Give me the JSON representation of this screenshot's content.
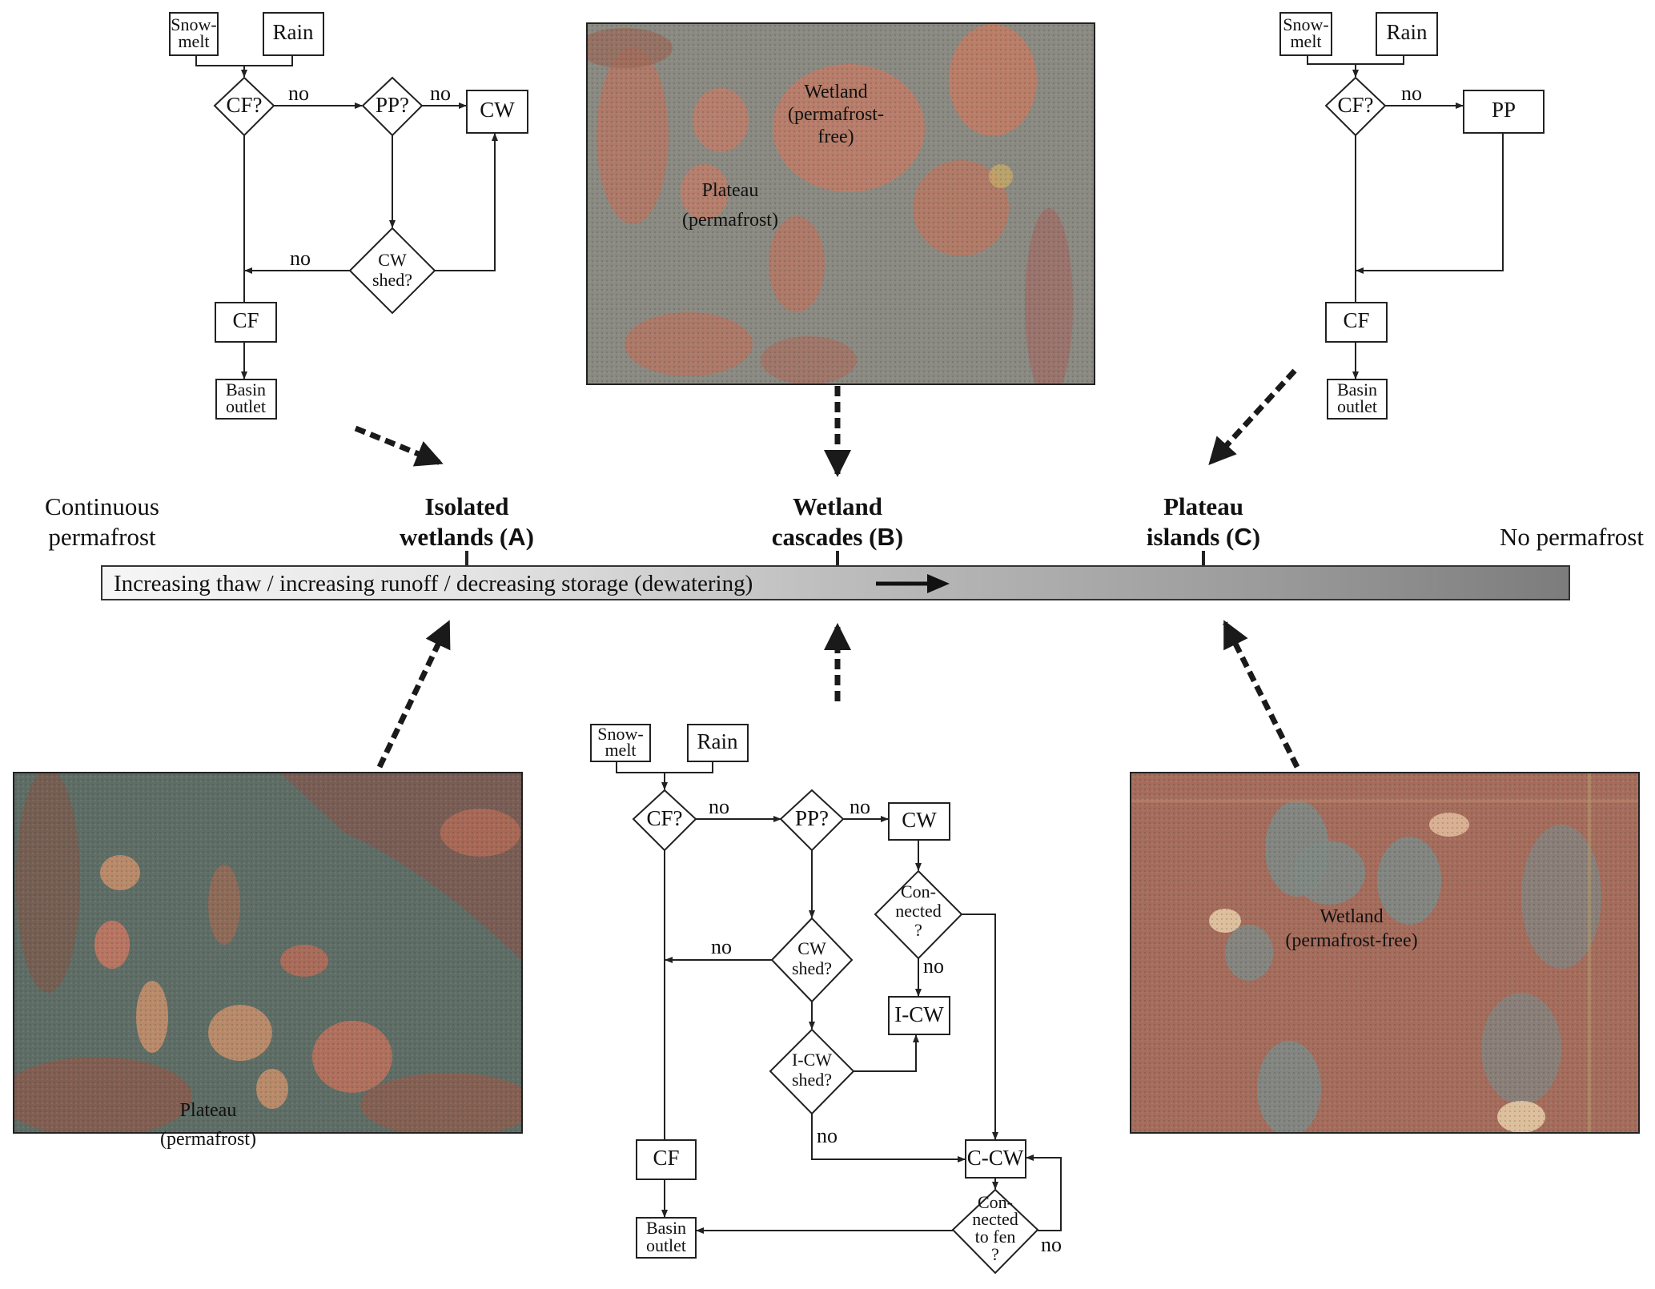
{
  "gradient_bar": {
    "text": "Increasing thaw / increasing runoff /  decreasing storage (dewatering)",
    "left_label": [
      "Continuous",
      "permafrost"
    ],
    "right_label": "No permafrost",
    "stages": [
      {
        "line1": "Isolated",
        "line2": "wetlands (",
        "letter": "A",
        "close": ")"
      },
      {
        "line1": "Wetland",
        "line2": "cascades (",
        "letter": "B",
        "close": ")"
      },
      {
        "line1": "Plateau",
        "line2": "islands (",
        "letter": "C",
        "close": ")"
      }
    ]
  },
  "photos": {
    "top_middle": {
      "labels": [
        {
          "lines": [
            "Wetland",
            "(permafrost-",
            "free)"
          ]
        },
        {
          "lines": [
            "Plateau",
            "(permafrost)"
          ]
        }
      ]
    },
    "bottom_left": {
      "labels": [
        {
          "lines": [
            "Plateau",
            "(permafrost)"
          ]
        }
      ]
    },
    "bottom_right": {
      "labels": [
        {
          "lines": [
            "Wetland",
            "(permafrost-free)"
          ]
        }
      ]
    }
  },
  "flowchart_a": {
    "snowmelt": [
      "Snow-",
      "melt"
    ],
    "rain": "Rain",
    "cf_q": "CF?",
    "pp_q": "PP?",
    "cw": "CW",
    "cw_shed_q": [
      "CW",
      "shed?"
    ],
    "cf": "CF",
    "basin_outlet": [
      "Basin",
      "outlet"
    ],
    "no": "no"
  },
  "flowchart_b": {
    "snowmelt": [
      "Snow-",
      "melt"
    ],
    "rain": "Rain",
    "cf_q": "CF?",
    "pp_q": "PP?",
    "cw": "CW",
    "connected_q": [
      "Con-",
      "nected",
      "?"
    ],
    "cw_shed_q": [
      "CW",
      "shed?"
    ],
    "i_cw": "I-CW",
    "i_cw_shed_q": [
      "I-CW",
      "shed?"
    ],
    "cf": "CF",
    "c_cw": "C-CW",
    "connected_to_fen_q": [
      "Con-",
      "nected",
      "to fen",
      "?"
    ],
    "basin_outlet": [
      "Basin",
      "outlet"
    ],
    "no": "no"
  },
  "flowchart_c": {
    "snowmelt": [
      "Snow-",
      "melt"
    ],
    "rain": "Rain",
    "cf_q": "CF?",
    "pp": "PP",
    "cf": "CF",
    "basin_outlet": [
      "Basin",
      "outlet"
    ],
    "no": "no"
  }
}
